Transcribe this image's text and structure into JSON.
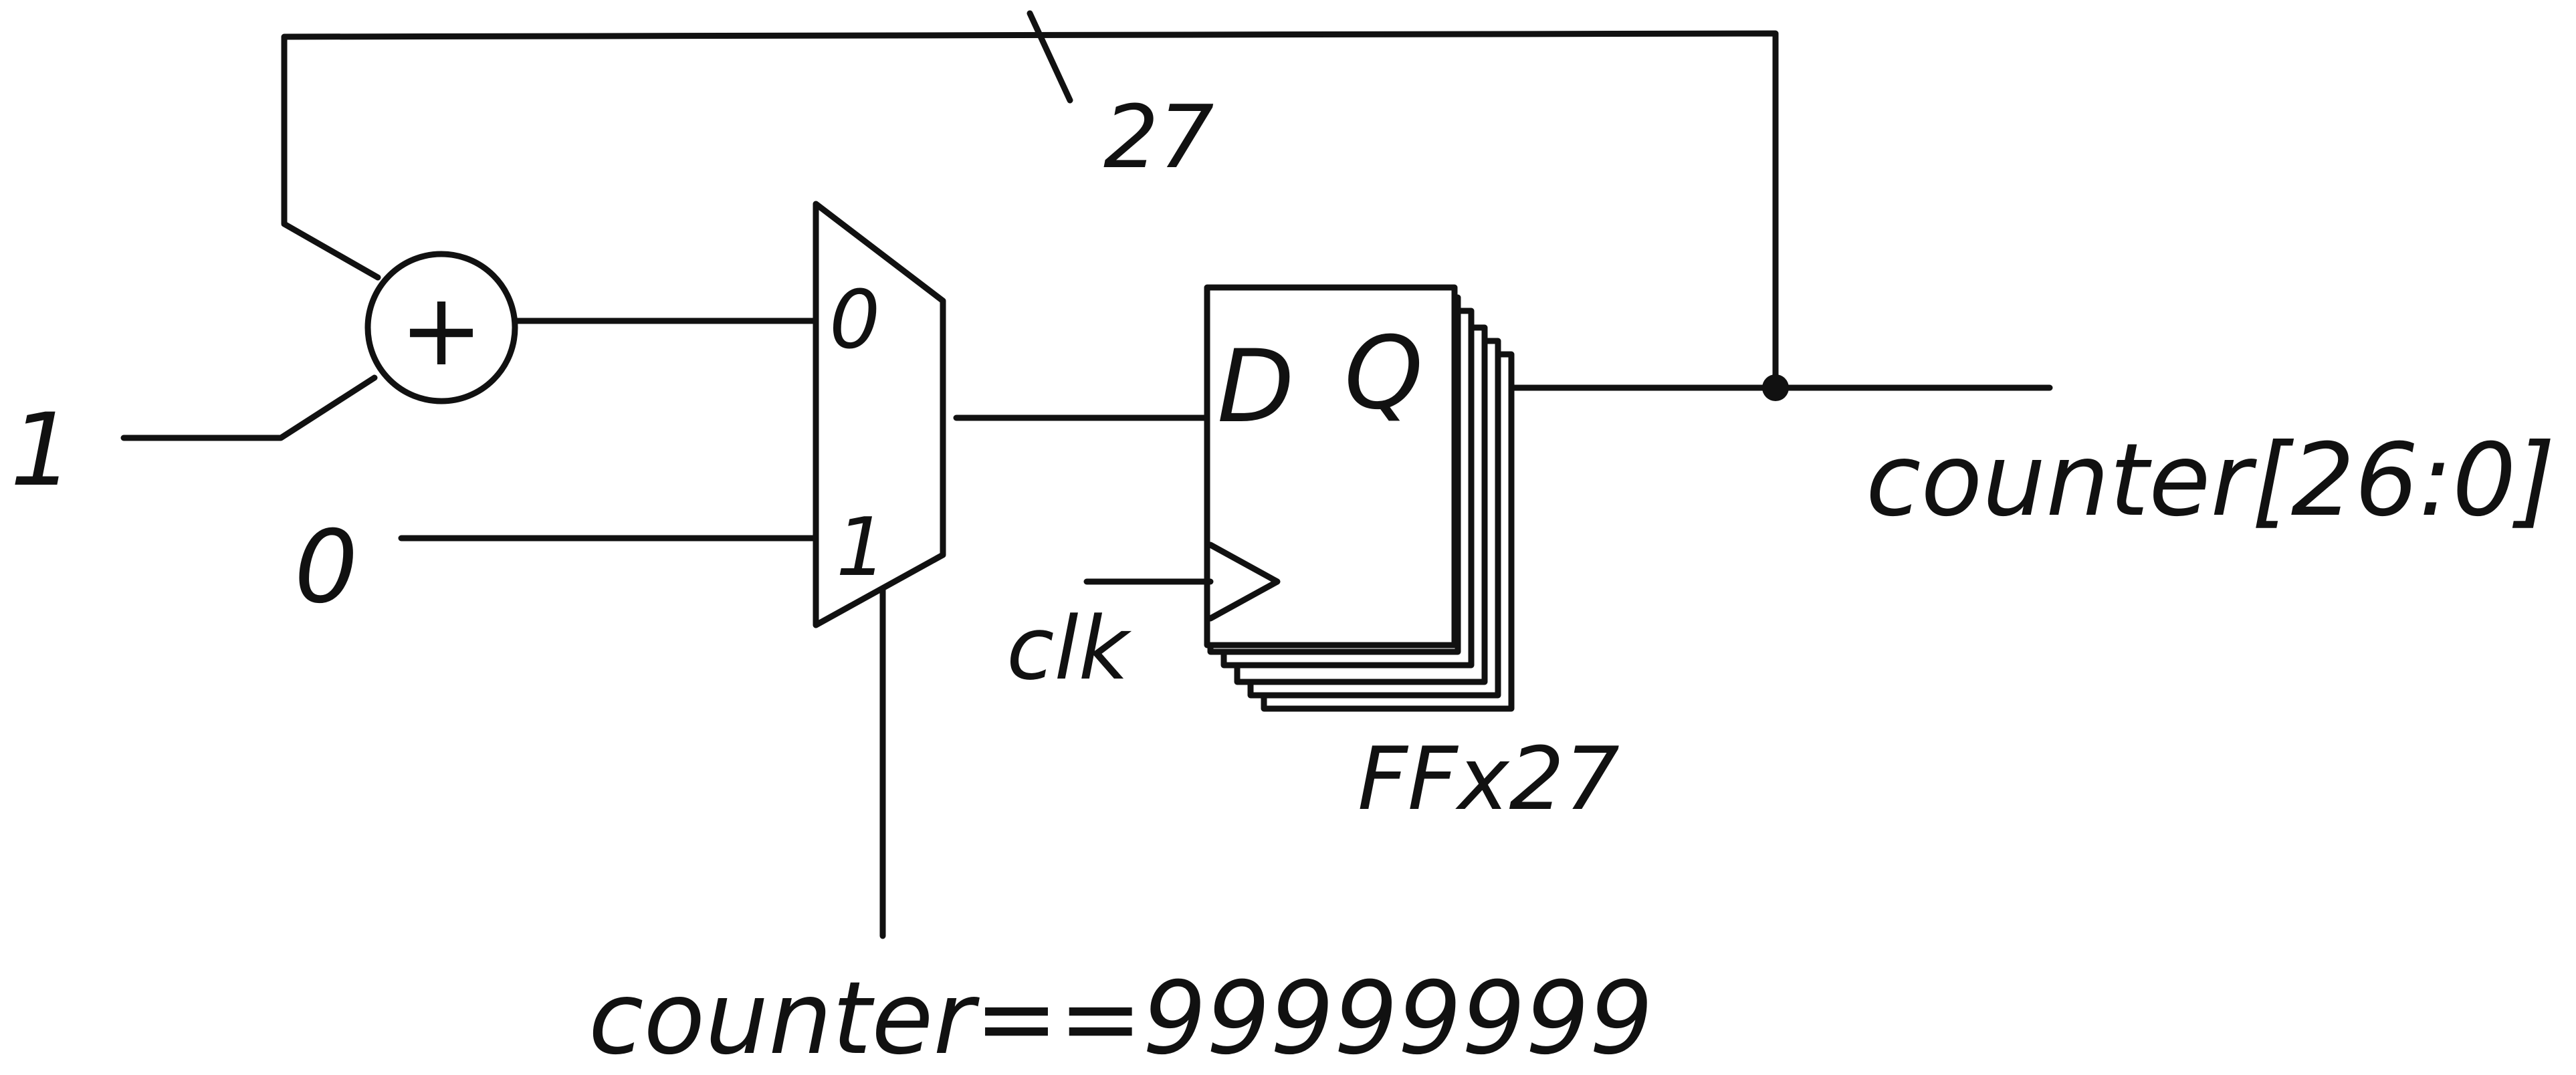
{
  "labels": {
    "input_one": "1",
    "input_zero": "0",
    "adder_symbol": "+",
    "mux_pin_0": "0",
    "mux_pin_1": "1",
    "ff_d": "D",
    "ff_q": "Q",
    "clock": "clk",
    "ff_count": "FFx27",
    "bus_width": "27",
    "output": "counter[26:0]",
    "mux_select": "counter==99999999"
  }
}
